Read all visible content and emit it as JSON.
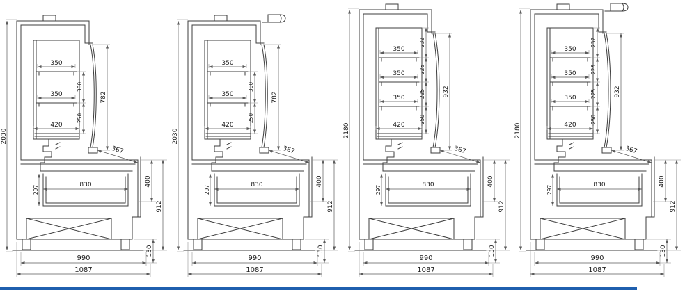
{
  "page": {
    "background": "#ffffff",
    "accent_bar_color": "#1f5fae"
  },
  "panels": [
    {
      "id": "cabinet-3-shelf",
      "variant": "3-shelf no canopy",
      "has_canopy_flag": false,
      "dims": {
        "overall_height": "2030",
        "shelf1": "350",
        "shelf2": "350",
        "shelf_bottom": "420",
        "gap_upper": "300",
        "gap_lower": "250",
        "opening_height": "782",
        "grille_depth": "367",
        "well_width": "830",
        "well_depth": "297",
        "front_height": "400",
        "base_height": "912",
        "plinth_height": "130",
        "foot_span": "990",
        "overall_depth": "1087"
      }
    },
    {
      "id": "cabinet-3-shelf-canopy",
      "variant": "3-shelf with canopy",
      "has_canopy_flag": true,
      "dims": {
        "overall_height": "2030",
        "shelf1": "350",
        "shelf2": "350",
        "shelf_bottom": "420",
        "gap_upper": "300",
        "gap_lower": "250",
        "opening_height": "782",
        "grille_depth": "367",
        "well_width": "830",
        "well_depth": "297",
        "front_height": "400",
        "base_height": "912",
        "plinth_height": "130",
        "foot_span": "990",
        "overall_depth": "1087"
      }
    },
    {
      "id": "cabinet-4-shelf",
      "variant": "4-shelf no canopy",
      "has_canopy_flag": false,
      "dims": {
        "overall_height": "2180",
        "shelf1": "350",
        "shelf2": "350",
        "shelf3": "350",
        "shelf_bottom": "420",
        "gap1": "232",
        "gap2": "225",
        "gap3": "225",
        "gap4": "250",
        "opening_height": "932",
        "grille_depth": "367",
        "well_width": "830",
        "well_depth": "297",
        "front_height": "400",
        "base_height": "912",
        "plinth_height": "130",
        "foot_span": "990",
        "overall_depth": "1087"
      }
    },
    {
      "id": "cabinet-4-shelf-canopy",
      "variant": "4-shelf with canopy",
      "has_canopy_flag": true,
      "dims": {
        "overall_height": "2180",
        "shelf1": "350",
        "shelf2": "350",
        "shelf3": "350",
        "shelf_bottom": "420",
        "gap1": "232",
        "gap2": "225",
        "gap3": "225",
        "gap4": "250",
        "opening_height": "932",
        "grille_depth": "367",
        "well_width": "830",
        "well_depth": "297",
        "front_height": "400",
        "base_height": "912",
        "plinth_height": "130",
        "foot_span": "990",
        "overall_depth": "1087"
      }
    }
  ]
}
